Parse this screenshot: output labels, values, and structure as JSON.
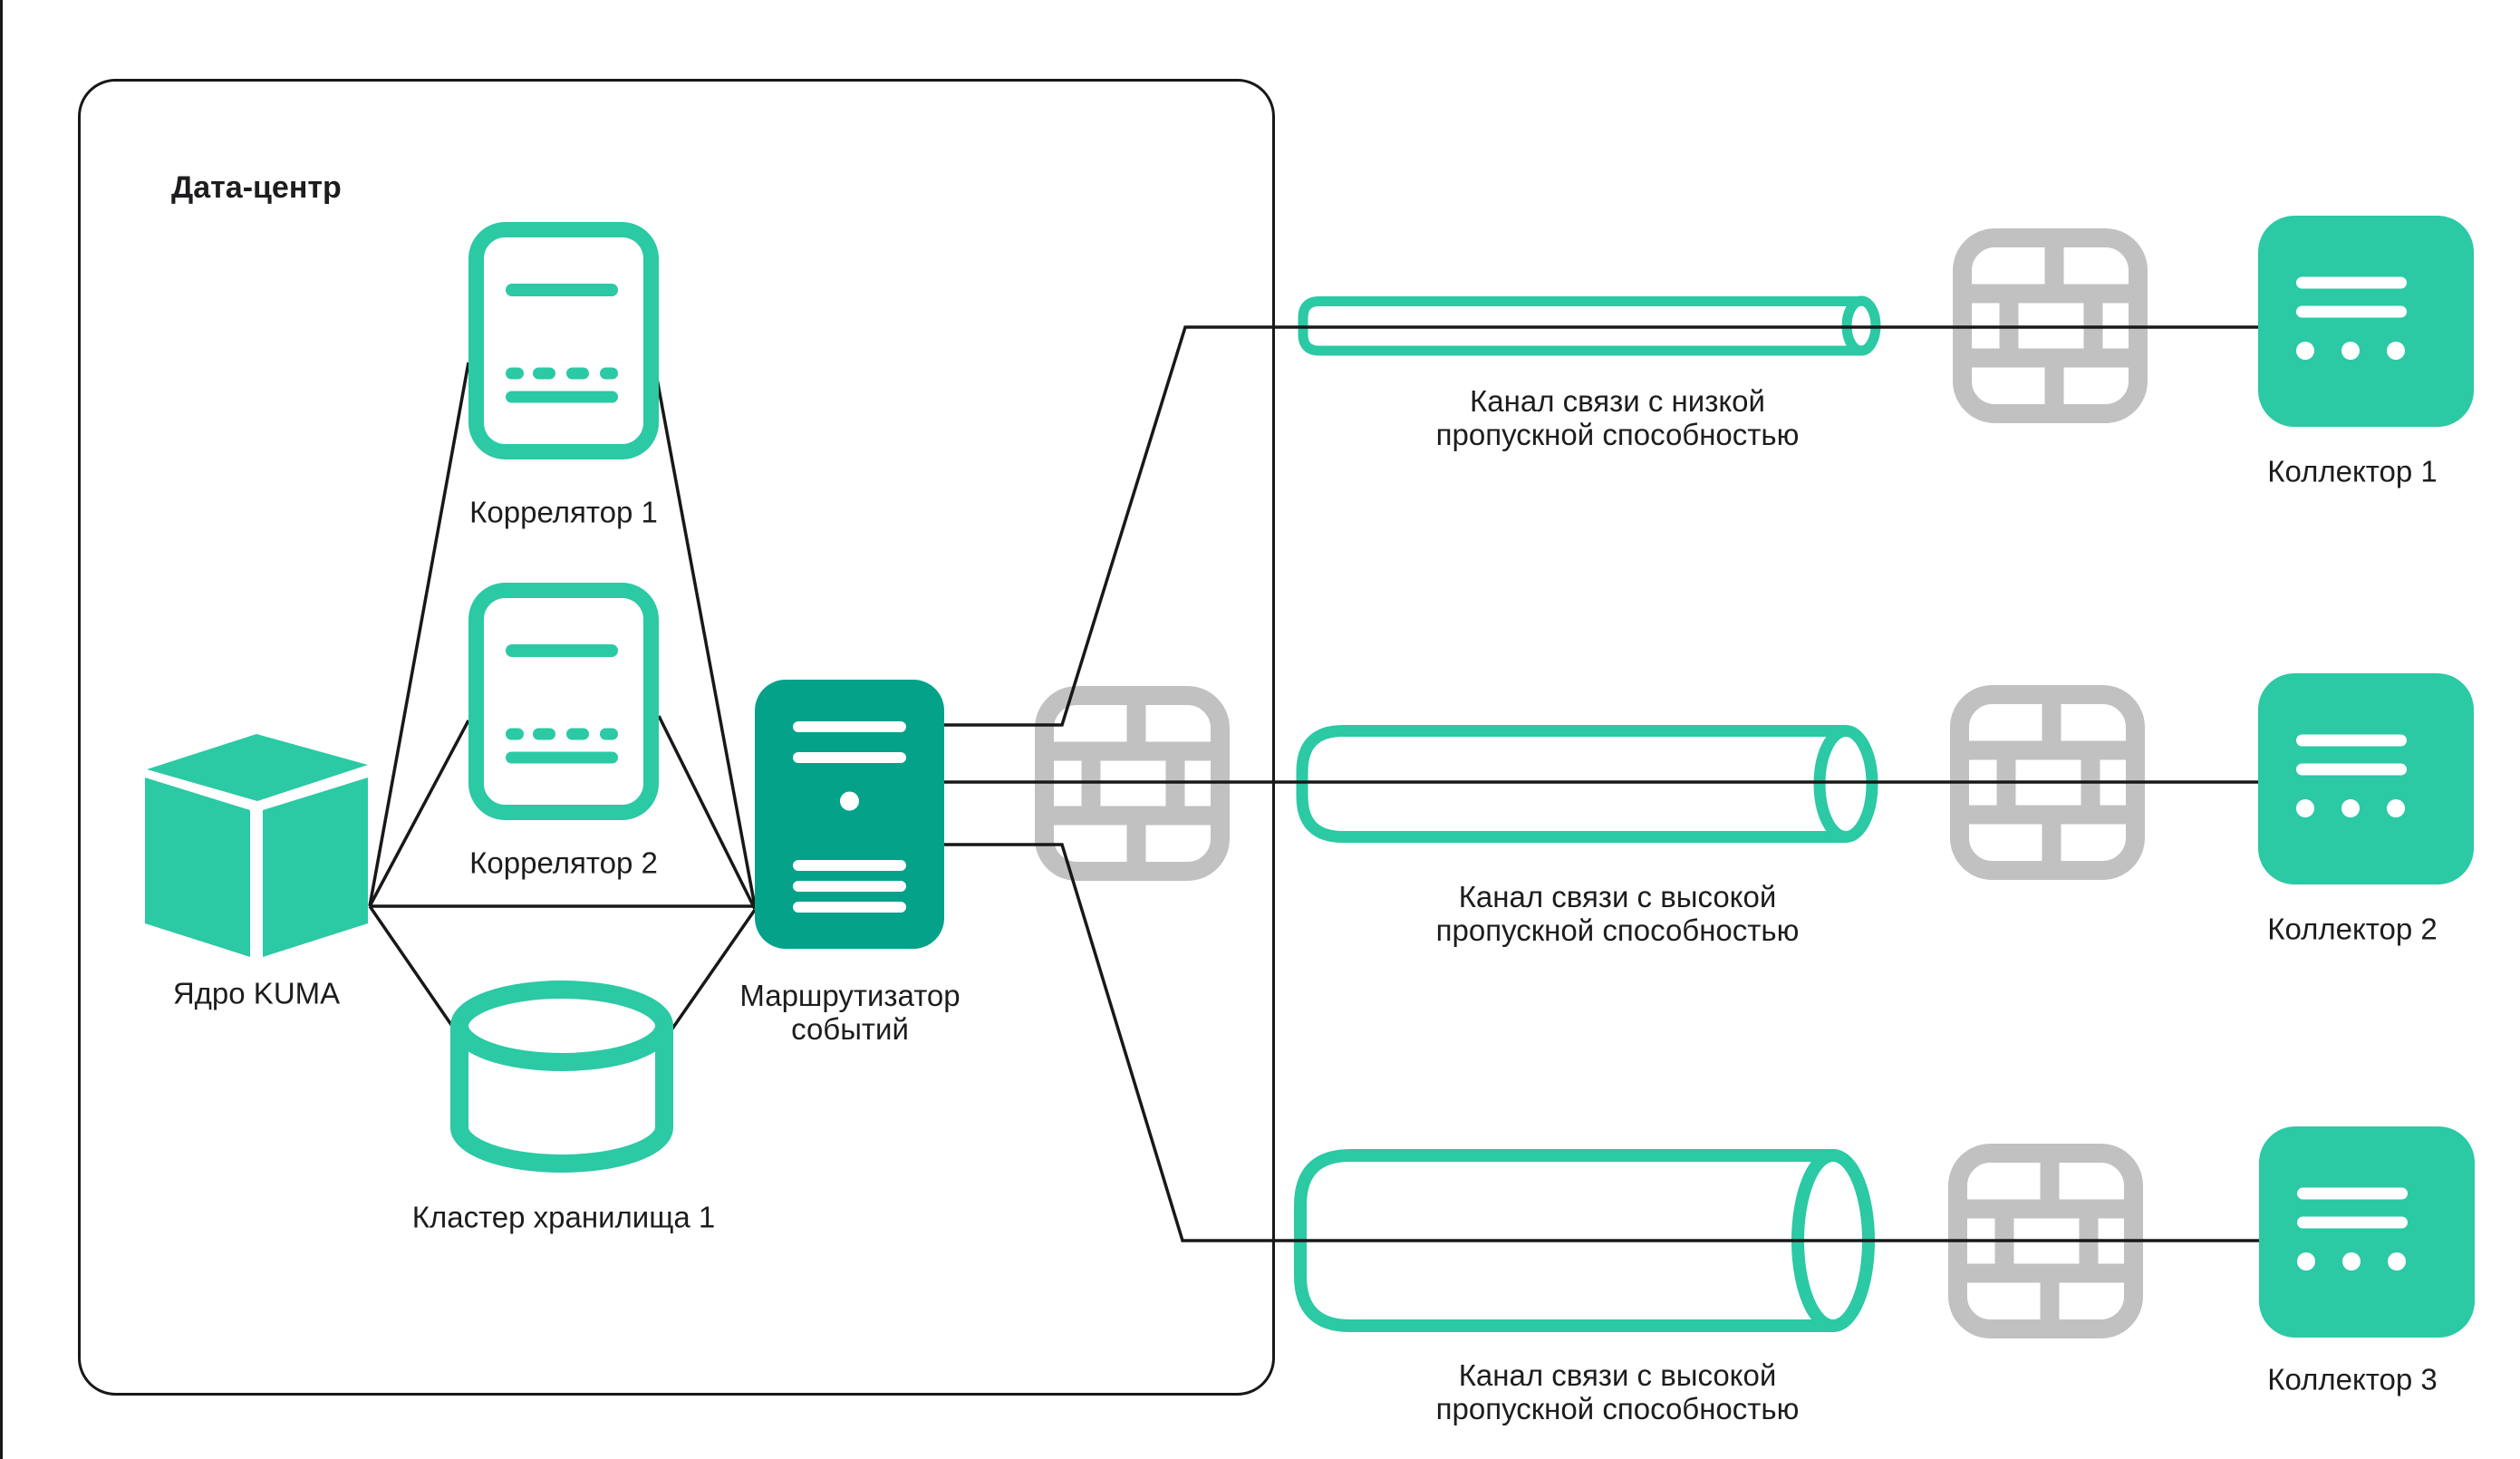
{
  "colors": {
    "teal-bright": "#2BC9A4",
    "teal-dark": "#05A28A",
    "gray-firewall": "#C1C1C1",
    "line-black": "#181818",
    "text": "#1D1D1F",
    "bg": "#FFFFFF"
  },
  "datacenter": {
    "title": "Дата-центр",
    "nodes": {
      "correlator1": {
        "label": "Коррелятор 1"
      },
      "correlator2": {
        "label": "Коррелятор 2"
      },
      "kuma_core": {
        "label": "Ядро KUMA"
      },
      "storage_cluster": {
        "label": "Кластер хранилища 1"
      },
      "event_router": {
        "label": "Маршрутизатор событий"
      }
    }
  },
  "channels": [
    {
      "bandwidth": "low",
      "label": "Канал связи с низкой пропускной способностью"
    },
    {
      "bandwidth": "high",
      "label": "Канал связи с высокой пропускной способностью"
    },
    {
      "bandwidth": "high",
      "label": "Канал связи с высокой пропускной способностью"
    }
  ],
  "collectors": [
    {
      "label": "Коллектор 1"
    },
    {
      "label": "Коллектор 2"
    },
    {
      "label": "Коллектор 3"
    }
  ],
  "icons": {
    "correlator": "document-server-icon",
    "kuma_core": "cube-icon",
    "storage_cluster": "database-cylinder-icon",
    "event_router": "server-tower-icon",
    "firewall": "firewall-brick-icon",
    "channel_pipe": "pipe-cylinder-icon",
    "collector": "collector-server-icon"
  }
}
